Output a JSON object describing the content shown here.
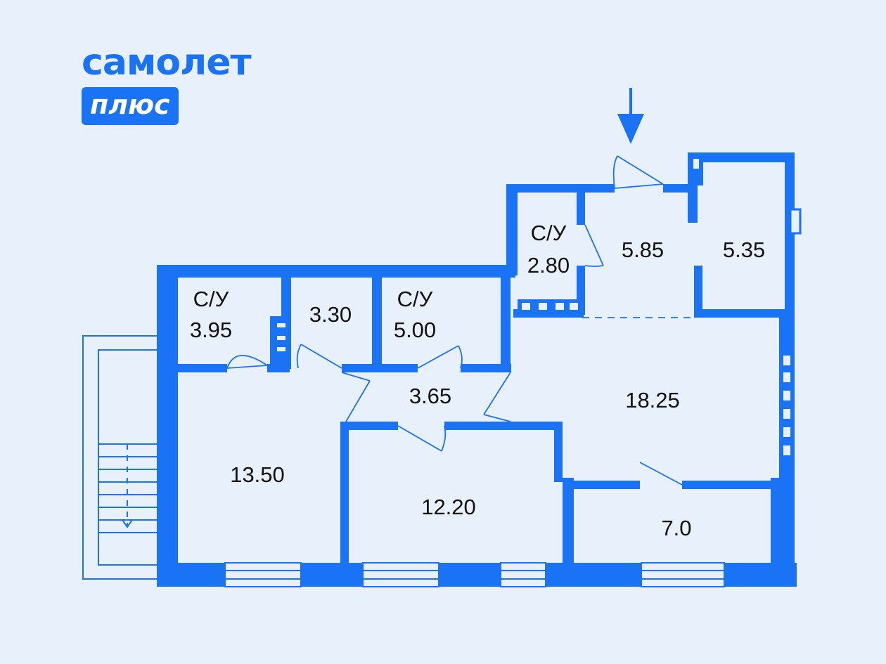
{
  "brand": {
    "name": "самолет",
    "badge": "плюс"
  },
  "colors": {
    "wall": "#1a73f5",
    "background": "#e8f0fb",
    "text": "#111111"
  },
  "icons": {
    "entrance": "entrance-arrow-icon",
    "stairs": "stair-down-arrow-icon"
  },
  "rooms": {
    "bathroom_a": {
      "type": "С/У",
      "area": "3.95"
    },
    "storage": {
      "area": "3.30"
    },
    "bathroom_b": {
      "type": "С/У",
      "area": "5.00"
    },
    "bathroom_c": {
      "type": "С/У",
      "area": "2.80"
    },
    "hall_entry": {
      "area": "5.85"
    },
    "wardrobe": {
      "area": "5.35"
    },
    "corridor": {
      "area": "3.65"
    },
    "living": {
      "area": "18.25"
    },
    "bedroom_left": {
      "area": "13.50"
    },
    "bedroom_mid": {
      "area": "12.20"
    },
    "balcony_room": {
      "area": "7.0"
    }
  }
}
